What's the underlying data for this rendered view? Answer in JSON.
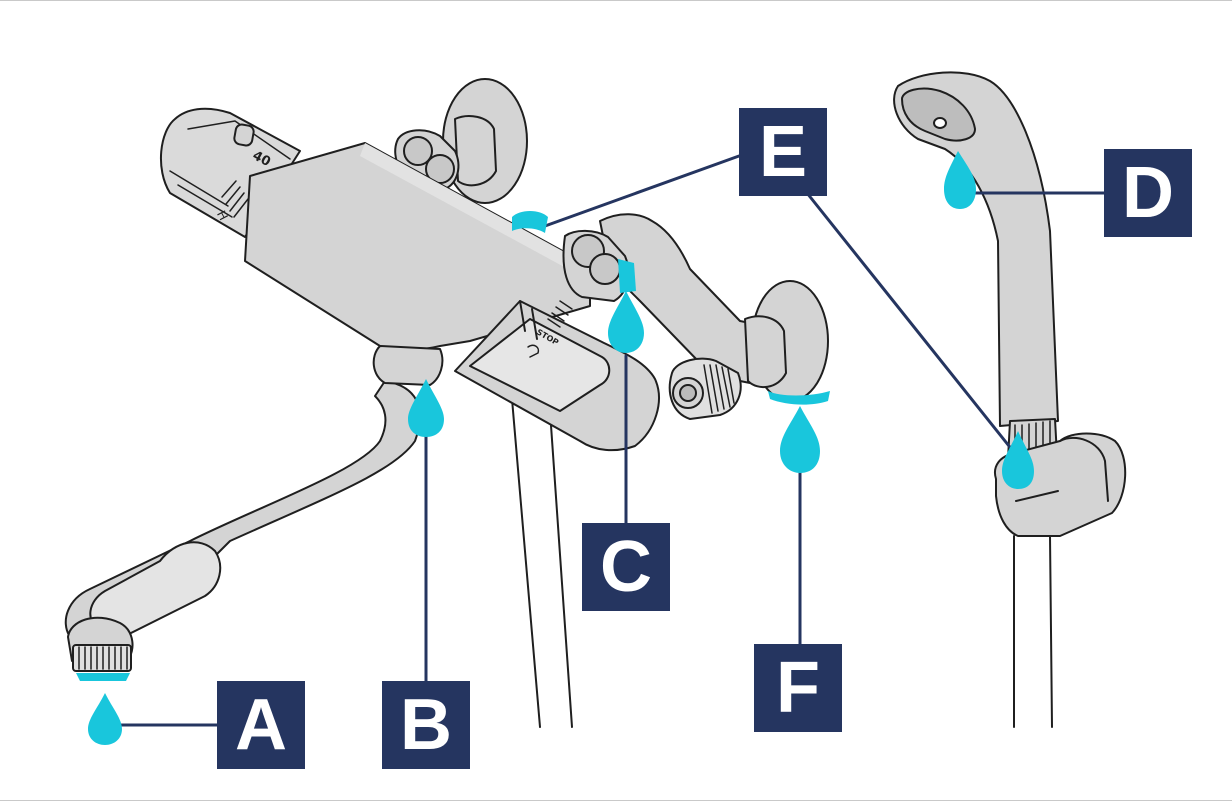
{
  "labels": {
    "a": "A",
    "b": "B",
    "c": "C",
    "d": "D",
    "e": "E",
    "f": "F"
  },
  "dial_text": {
    "temp": "40",
    "hot": "H",
    "stop": "STOP"
  },
  "colors": {
    "label_background": "#253560",
    "label_text": "#ffffff",
    "water_drop": "#19c6dc",
    "faucet_fill": "#d4d4d4",
    "outline": "#1f1f1f"
  }
}
